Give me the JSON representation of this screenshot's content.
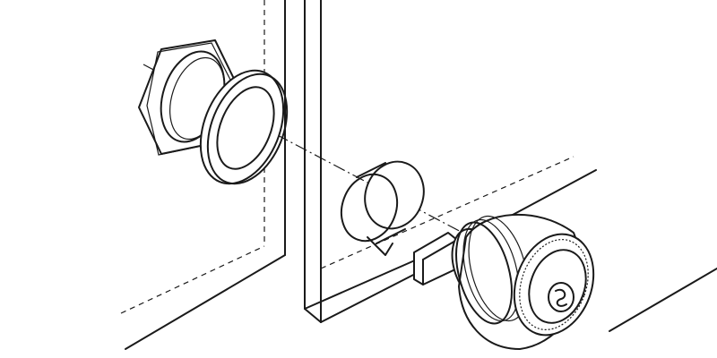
{
  "diagram": {
    "kind": "exploded-assembly-line-drawing",
    "parts": [
      "hex-nut",
      "washer",
      "spacer-ring",
      "cam-lock-body"
    ],
    "colors": {
      "line": "#1a1a1a",
      "background": "#ffffff"
    }
  }
}
